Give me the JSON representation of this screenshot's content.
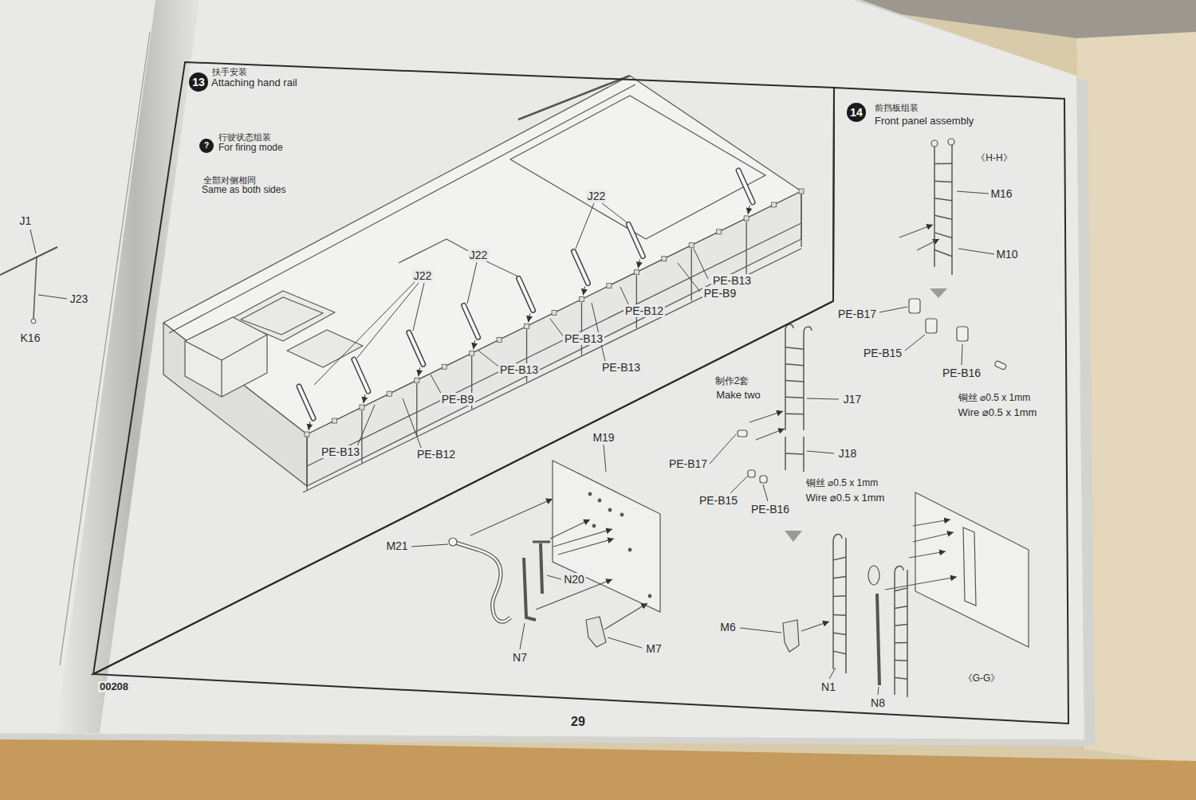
{
  "diagram": {
    "nodes": [
      {
        "text": [
          "扶手安装",
          "Attaching hand rail"
        ]
      },
      {
        "text": [
          "13"
        ],
        "in": 0
      },
      {
        "text": [
          "?"
        ],
        "in": 0
      },
      {
        "text": [
          "前挡板组装",
          "Front panel assembly"
        ]
      },
      {
        "text": [
          "14"
        ],
        "in": 3
      }
    ],
    "labels": [
      "行驶状态组装",
      "For firing mode",
      "全部对侧相同",
      "Same as both sides",
      "J22",
      "J22",
      "J22",
      "PE-B13",
      "PE-B9",
      "PE-B12",
      "PE-B13",
      "PE-B13",
      "PE-B13",
      "PE-B9",
      "PE-B13",
      "PE-B12",
      "M19",
      "M21",
      "N20",
      "N7",
      "M7",
      "《H-H》",
      "M16",
      "M10",
      "PE-B17",
      "PE-B15",
      "PE-B16",
      "铜丝 ⌀0.5 x 1mm",
      "Wire ⌀0.5 x 1mm",
      "制作2套",
      "Make two",
      "J17",
      "J18",
      "PE-B17",
      "PE-B15",
      "PE-B16",
      "铜丝 ⌀0.5 x 1mm",
      "Wire ⌀0.5 x 1mm",
      "M6",
      "N1",
      "N8",
      "《G-G》",
      "00208",
      "29",
      "J1",
      "J23",
      "K16"
    ]
  }
}
